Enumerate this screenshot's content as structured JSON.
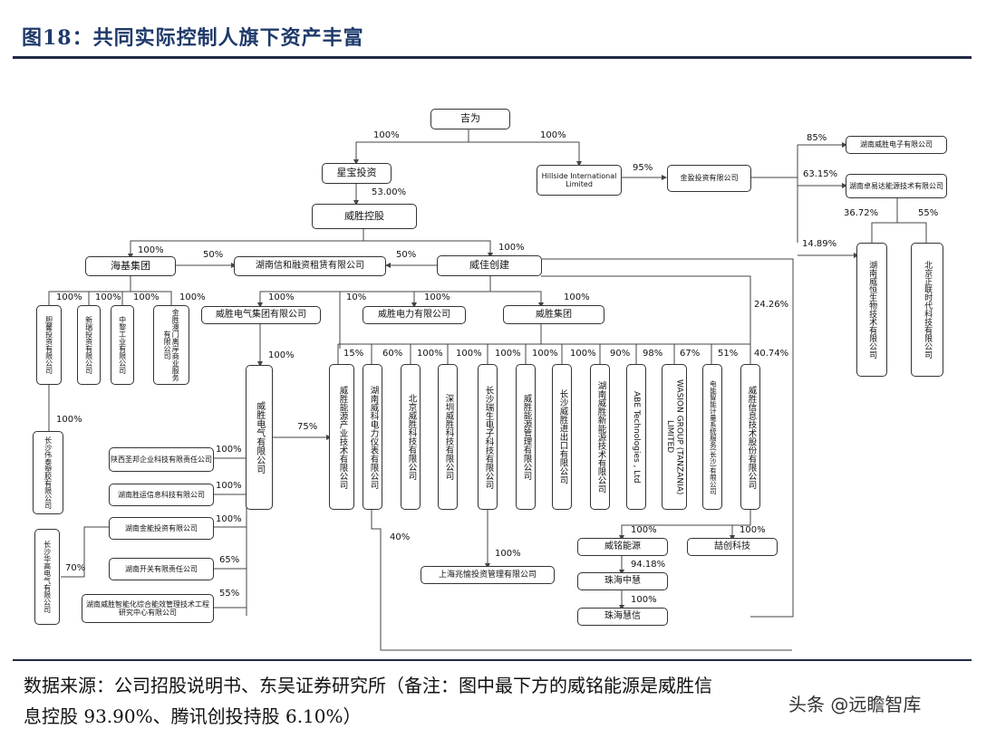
{
  "figure": {
    "title": "图18：共同实际控制人旗下资产丰富"
  },
  "nodes": {
    "jiwei": "吉为",
    "xingbao": "星宝投资",
    "hillside": "Hillside International Limited",
    "jinying": "金盈投资有限公司",
    "hn_weisheng_dianzi": "湖南威胜电子有限公司",
    "hn_zhuoyi": "湖南卓易达能源技术有限公司",
    "weisheng_kg": "威胜控股",
    "hn_weiheng": "湖南威恒生物技术有限公司",
    "bj_zhenglian": "北京正联时代科技有限公司",
    "haiji": "海基集团",
    "hn_xinhe": "湖南信和融资租赁有限公司",
    "weijia": "威佳创建",
    "dd_invest": "胆馨投资有限公司",
    "xinrui": "新瑞投资有限公司",
    "zhongli": "中黎工业有限公司",
    "jsam": "金胜澳门离岸商业服务有限公司",
    "cs_weitai": "长沙伟泰塑胶有限公司",
    "cs_huagao": "长沙华高电气有限公司",
    "weisheng_dq_group": "威胜电气集团有限公司",
    "weisheng_dl": "威胜电力有限公司",
    "weisheng_group": "威胜集团",
    "weisheng_dq": "威胜电气有限公司",
    "sx_sz": "陕西圣邦企业科技有限责任公司",
    "hn_shengyun": "湖南胜运信息科技有限公司",
    "hn_jinneng": "湖南金能投资有限公司",
    "hn_kaiguan": "湖南开关有限责任公司",
    "hn_znh": "湖南威胜智能化综合能效管理技术工程研究中心有限公司",
    "c_nengyuan_chanye": "威胜能源产业技术有限公司",
    "c_weike_yibiao": "湖南威科电力仪表有限公司",
    "c_bj_weisheng": "北京威胜科技有限公司",
    "c_sz_weisheng": "深圳威胜科技有限公司",
    "c_cs_ruisheng": "长沙瑞生电子科技有限公司",
    "c_nengyuan_guanli": "威胜能源管理有限公司",
    "c_cs_jinchukou": "长沙威胜进出口有限公司",
    "c_hn_xinnengyuan": "湖南威胜新能源技术有限公司",
    "c_abe": "ABE Technologies , Ltd",
    "c_wasion": "WASION GROUP (TANZANIA) LIMITED",
    "c_dianneng": "电能智能计量系统服务(长沙)有限公司",
    "c_xinxi": "威胜信息技术股份有限公司",
    "sh_zhaoyu": "上海兆愉投资管理有限公司",
    "weiming": "威铭能源",
    "zhuhai_zhonghui": "珠海中慧",
    "zhuhai_huixin": "珠海慧信",
    "jiechuang": "喆创科技"
  },
  "edges": {
    "p_xingbao": "100%",
    "p_hillside": "100%",
    "p_jinying": "95%",
    "p_dianzi": "85%",
    "p_zhuoyi": "63.15%",
    "p_weiheng_a": "36.72%",
    "p_zhenglian": "55%",
    "p_weiheng_b": "14.89%",
    "p_kg": "53.00%",
    "p_haiji": "100%",
    "p_weijia": "100%",
    "p_xinhe_l": "50%",
    "p_xinhe_r": "50%",
    "p_h1": "100%",
    "p_h2": "100%",
    "p_h3": "100%",
    "p_h4": "100%",
    "p_weitai": "100%",
    "p_dqg": "100%",
    "p_dl_left": "10%",
    "p_dl": "100%",
    "p_group": "100%",
    "p_xinxi": "24.26%",
    "p_dq": "100%",
    "p_c1": "15%",
    "p_c2": "60%",
    "p_c3": "100%",
    "p_c4": "100%",
    "p_c5": "100%",
    "p_c6": "100%",
    "p_c7": "100%",
    "p_c8": "90%",
    "p_c9": "98%",
    "p_c10": "67%",
    "p_c11": "51%",
    "p_c12": "40.74%",
    "p_75": "75%",
    "p_s1": "100%",
    "p_s2": "100%",
    "p_s3": "100%",
    "p_s4": "65%",
    "p_s5": "55%",
    "p_huagao": "70%",
    "p_40": "40%",
    "p_zhaoyu": "100%",
    "p_weiming": "100%",
    "p_jiechuang": "100%",
    "p_zhonghui": "94.18%",
    "p_huixin": "100%"
  },
  "footer": {
    "line1": "数据来源：公司招股说明书、东吴证券研究所（备注：图中最下方的威铭能源是威胜信",
    "line2": "息控股 93.90%、腾讯创投持股 6.10%）"
  },
  "watermark": "头条 @远瞻智库"
}
